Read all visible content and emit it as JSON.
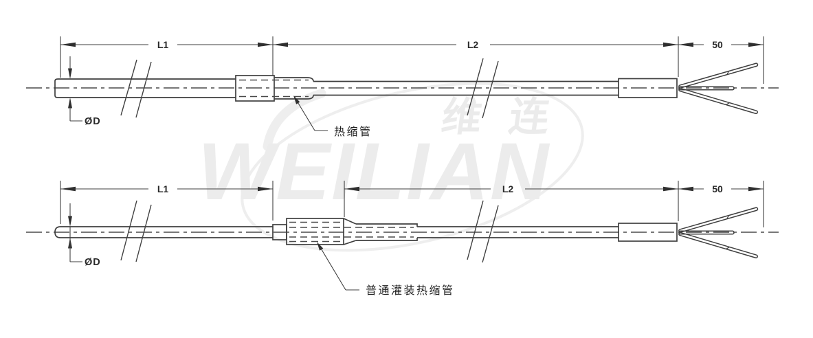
{
  "watermark": {
    "brand_en": "WEILIAN",
    "brand_cn": "维 连"
  },
  "drawing": {
    "top": {
      "dim_l1": "L1",
      "dim_l2": "L2",
      "dim_tail": "50",
      "dim_diameter": "ØD",
      "callout_label": "热缩管"
    },
    "bottom": {
      "dim_l1": "L1",
      "dim_l2": "L2",
      "dim_tail": "50",
      "dim_diameter": "ØD",
      "callout_label": "普通灌装热缩管"
    }
  },
  "colors": {
    "line": "#3f3f3f",
    "dim_text": "#2a2a2a",
    "callout_text": "#1c1c1c",
    "watermark": "#ececec",
    "background": "#ffffff"
  }
}
